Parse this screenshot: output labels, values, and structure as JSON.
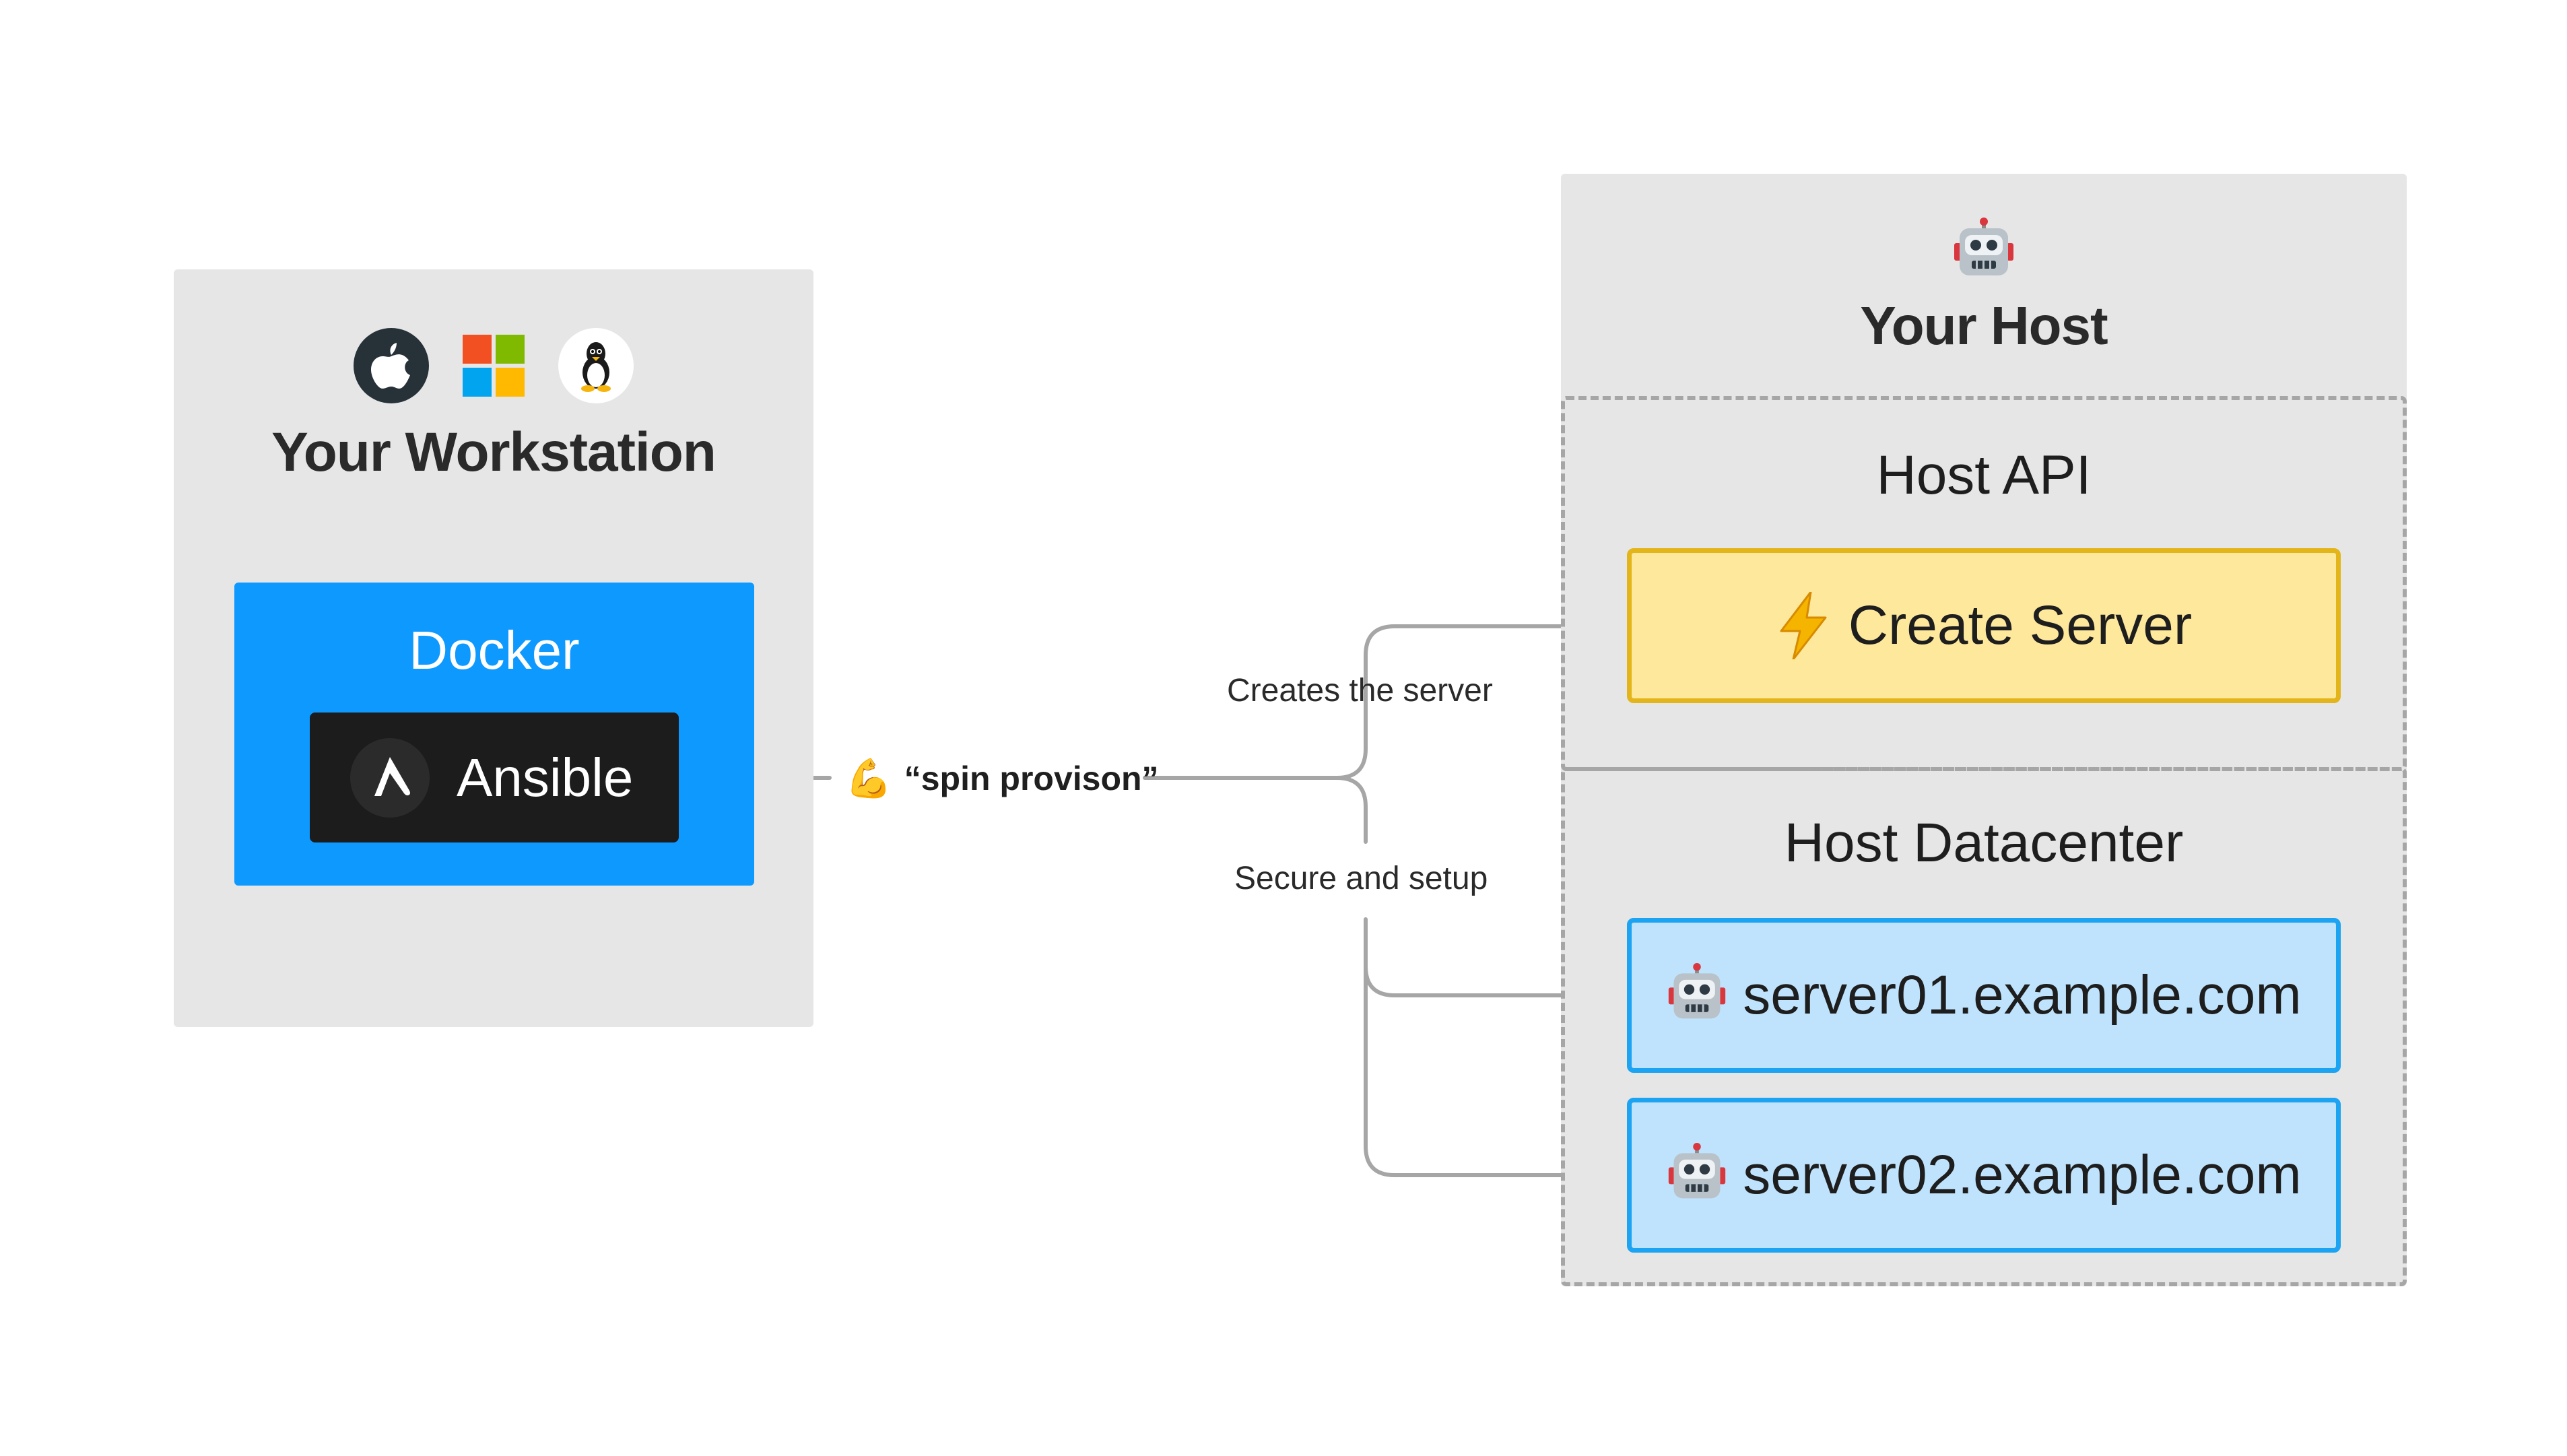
{
  "workstation": {
    "title": "Your Workstation",
    "os_icons": [
      "apple-icon",
      "windows-icon",
      "linux-tux-icon"
    ],
    "docker_label": "Docker",
    "ansible_label": "Ansible"
  },
  "connector": {
    "command_label": "“spin provison”",
    "command_icon": "flexed-biceps-icon",
    "create_label": "Creates the server",
    "secure_label": "Secure and setup"
  },
  "host": {
    "title": "Your Host",
    "icon": "robot-icon",
    "api_title": "Host API",
    "create_server_label": "Create Server",
    "create_server_icon": "lightning-icon",
    "datacenter_title": "Host Datacenter",
    "servers": [
      {
        "label": "server01.example.com",
        "icon": "robot-icon"
      },
      {
        "label": "server02.example.com",
        "icon": "robot-icon"
      }
    ]
  },
  "colors": {
    "panel": "#e6e6e6",
    "docker": "#0e99ff",
    "ansible": "#1c1c1c",
    "create_server_fill": "#fde89c",
    "create_server_border": "#e3b51a",
    "server_fill": "#bfe3fc",
    "server_border": "#1ca3f2",
    "connector": "#a6a6a6"
  }
}
